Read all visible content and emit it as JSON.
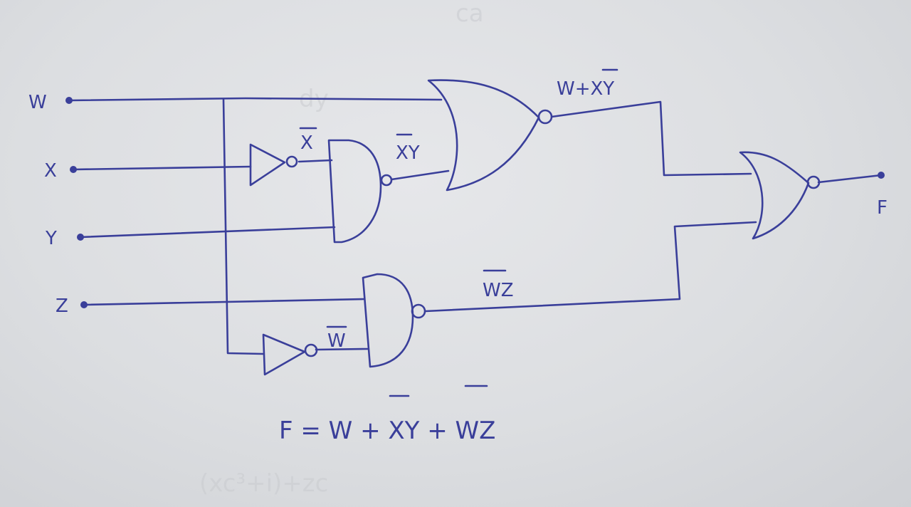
{
  "inputs": {
    "w": "W",
    "x": "X",
    "y": "Y",
    "z": "Z"
  },
  "output": "F",
  "labels": {
    "x_bar": "X",
    "w_bar": "W",
    "xbar_y": "XY",
    "w_plus_xbar_y": "W+XY",
    "wbar_z": "WZ"
  },
  "equation": "F = W + XY + WZ",
  "ink_color": "#3a3f9a"
}
